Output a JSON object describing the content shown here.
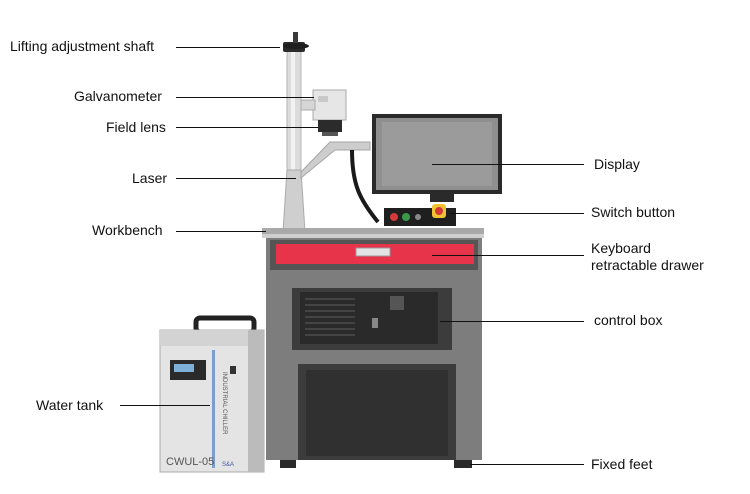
{
  "labels": {
    "lifting_shaft": "Lifting adjustment shaft",
    "galvanometer": "Galvanometer",
    "field_lens": "Field lens",
    "laser": "Laser",
    "workbench": "Workbench",
    "water_tank": "Water tank",
    "display": "Display",
    "switch_button": "Switch button",
    "keyboard_drawer_line1": "Keyboard",
    "keyboard_drawer_line2": "retractable drawer",
    "control_box": "control box",
    "fixed_feet": "Fixed feet"
  },
  "device_text": {
    "chiller_model": "CWUL-05",
    "chiller_vertical": "INDUSTRIAL CHILLER",
    "chiller_brand": "S&A"
  },
  "colors": {
    "drawer_red": "#e8344a",
    "cabinet_gray": "#7d7d7d",
    "cabinet_dark": "#3c3c3c",
    "leader_line": "#111111"
  }
}
